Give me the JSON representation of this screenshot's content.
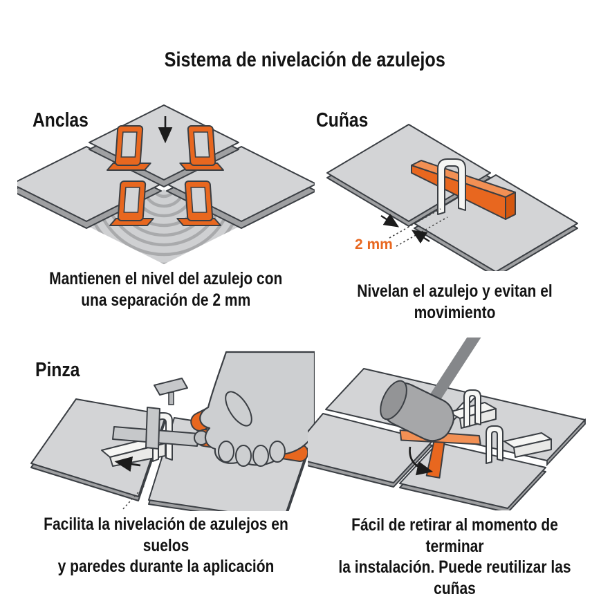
{
  "page": {
    "title": "Sistema de nivelación de azulejos",
    "background": "#ffffff"
  },
  "colors": {
    "accent_orange": "#e8671f",
    "accent_orange_light": "#f29054",
    "accent_orange_dark": "#d4570f",
    "tile_top_gray": "#d3d4d6",
    "tile_side_gray": "#9fa0a2",
    "adhesive_gray": "#cfd0d2",
    "adhesive_wave_gray": "#a9aaac",
    "white_part": "#f6f6f4",
    "hand_gray": "#cdcfd1",
    "mallet_gray": "#a6a7a9",
    "outline": "#3a3e43",
    "text_black": "#131313"
  },
  "panels": [
    {
      "id": "anclas",
      "label": "Anclas",
      "caption": "Mantienen el nivel del azulejo con\nuna separación de 2 mm"
    },
    {
      "id": "cunas",
      "label": "Cuñas",
      "annotation": "2 mm",
      "caption": "Nivelan el azulejo y evitan el movimiento"
    },
    {
      "id": "pinza",
      "label": "Pinza",
      "caption": "Facilita la nivelación de azulejos en suelos\ny paredes durante la aplicación"
    },
    {
      "id": "retiro",
      "label": "",
      "caption": "Fácil de retirar al momento de terminar\nla instalación. Puede reutilizar las cuñas"
    }
  ]
}
